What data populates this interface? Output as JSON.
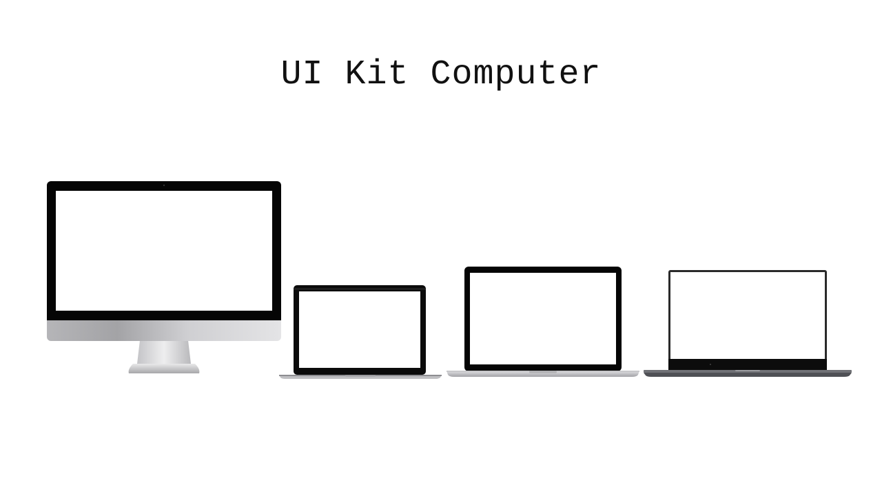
{
  "page": {
    "title": "UI Kit Computer"
  },
  "devices": [
    {
      "id": "imac",
      "kind": "desktop-monitor"
    },
    {
      "id": "laptop-small",
      "kind": "laptop"
    },
    {
      "id": "laptop-medium",
      "kind": "laptop"
    },
    {
      "id": "laptop-wide",
      "kind": "laptop"
    }
  ],
  "colors": {
    "bezel": "#050505",
    "screen": "#ffffff",
    "aluminum_light": "#e6e6e8",
    "aluminum_dark": "#a9a9ad",
    "base_dark": "#5f6066"
  }
}
